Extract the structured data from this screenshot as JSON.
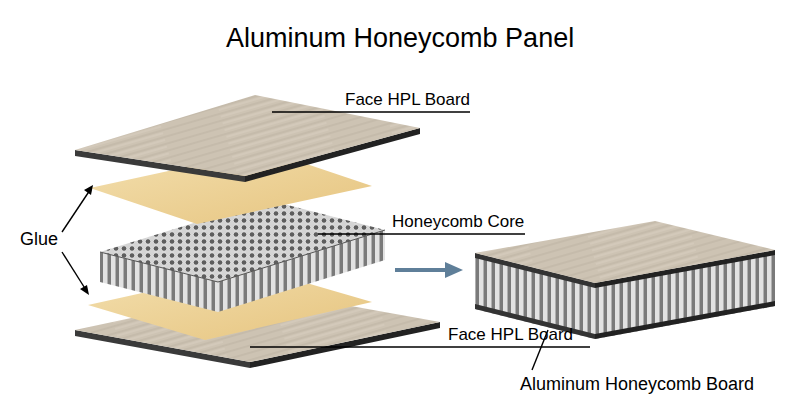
{
  "diagram": {
    "title": "Aluminum Honeycomb Panel",
    "labels": [
      "Face HPL Board",
      "Glue",
      "Honeycomb Core",
      "Face HPL Board",
      "Aluminum Honeycomb Board"
    ]
  }
}
